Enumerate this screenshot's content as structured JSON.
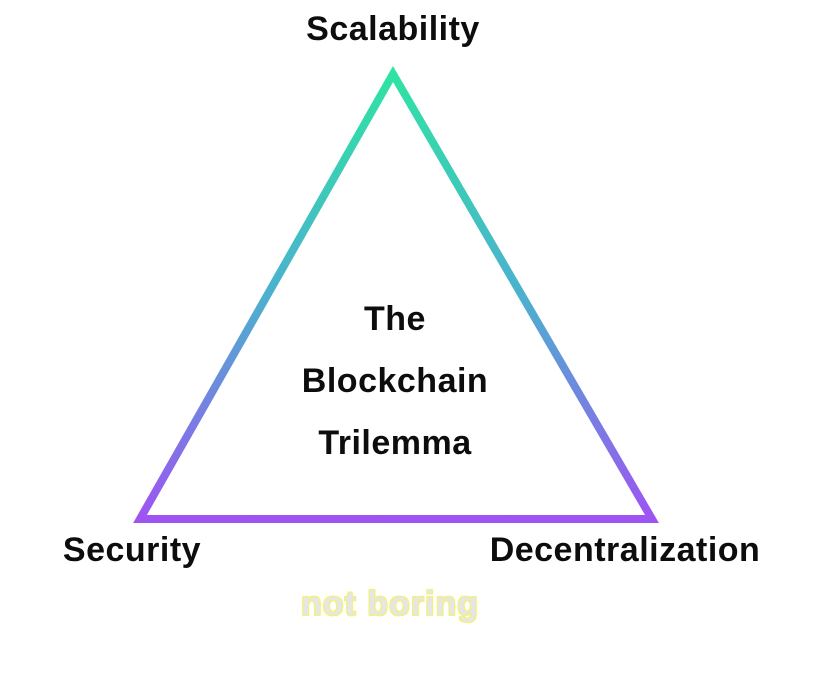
{
  "diagram": {
    "title_lines": [
      "The",
      "Blockchain",
      "Trilemma"
    ],
    "vertices": {
      "top": "Scalability",
      "bottom_left": "Security",
      "bottom_right": "Decentralization"
    },
    "watermark": "not boring",
    "colors": {
      "gradient_top": "#2fe3a3",
      "gradient_mid": "#4cb0cf",
      "gradient_bottom": "#9d54f2",
      "label_text": "#0d0d0d",
      "watermark_fill": "#e6e6e2",
      "watermark_glow": "#f4f276",
      "background": "#ffffff"
    }
  }
}
